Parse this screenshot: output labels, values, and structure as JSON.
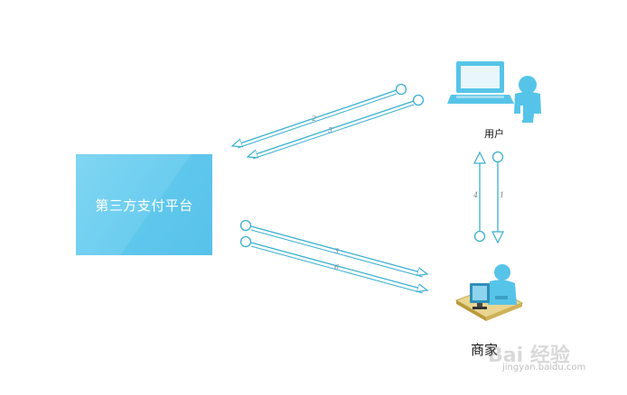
{
  "nodes": {
    "platform": {
      "label": "第三方支付平台"
    },
    "user": {
      "label": "用户"
    },
    "merchant": {
      "label": "商家"
    }
  },
  "flows": {
    "step_1": "1",
    "step_2": "2",
    "step_3": "3",
    "step_4": "4",
    "step_5": "5",
    "step_6": "6"
  },
  "colors": {
    "platform_fill": "#6ccdef",
    "line": "#3ab0d0",
    "icon": "#56c4e8"
  },
  "watermark": {
    "text": "Bai 经验",
    "url": "jingyan.baidu.com"
  }
}
